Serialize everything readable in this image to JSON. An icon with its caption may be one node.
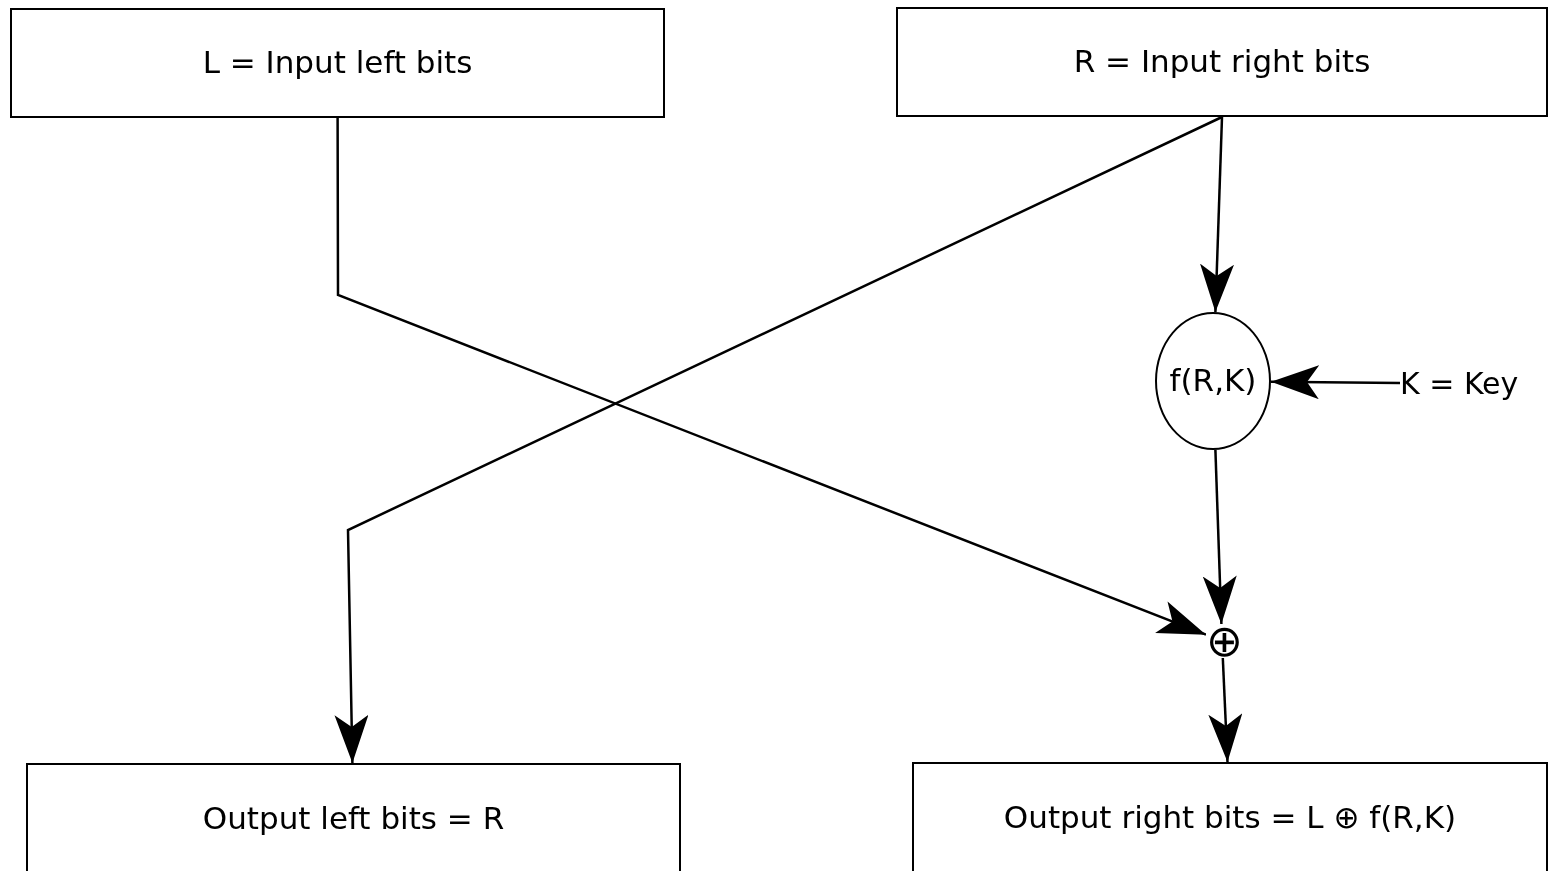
{
  "diagram": {
    "nodes": [
      {
        "text": [
          "L = Input left bits"
        ]
      },
      {
        "text": [
          "R = Input right bits"
        ]
      },
      {
        "text": [
          "f(R,K)"
        ]
      },
      {
        "text": [
          "K = Key"
        ]
      },
      {
        "text": [
          "⊕"
        ]
      },
      {
        "text": [
          "Output left bits = R"
        ]
      },
      {
        "text": [
          "Output right bits = L ⊕ f(R,K)"
        ]
      }
    ],
    "edges": [
      {
        "from": 0,
        "to": 4,
        "arrow": "to"
      },
      {
        "from": 1,
        "to": 5,
        "arrow": "to"
      },
      {
        "from": 1,
        "to": 2,
        "arrow": "to"
      },
      {
        "from": 3,
        "to": 2,
        "arrow": "to"
      },
      {
        "from": 2,
        "to": 4,
        "arrow": "to"
      },
      {
        "from": 4,
        "to": 6,
        "arrow": "to"
      }
    ]
  }
}
